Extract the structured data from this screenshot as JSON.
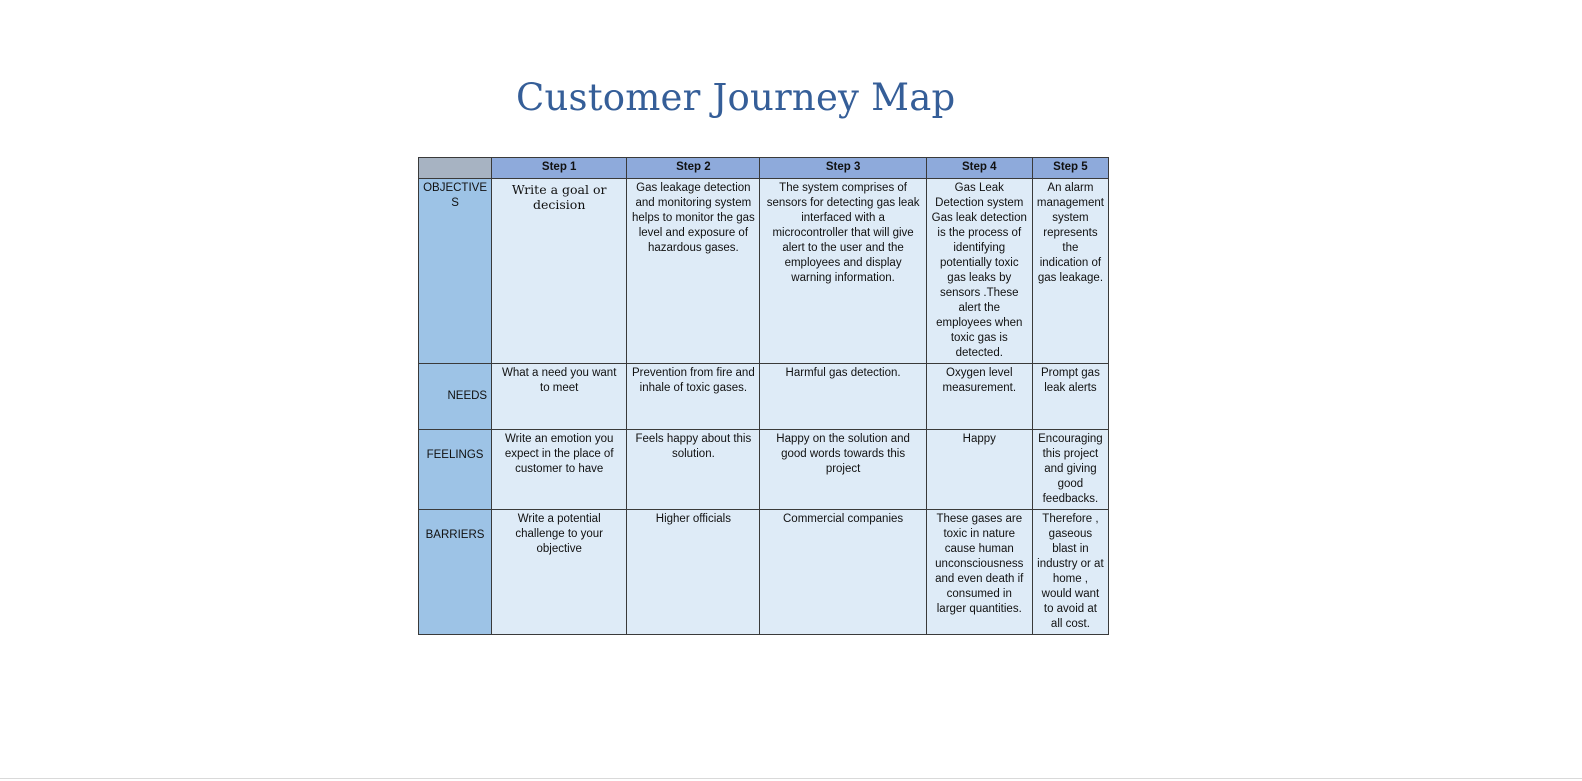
{
  "document": {
    "title": "Customer Journey Map"
  },
  "table": {
    "headers": [
      "",
      "Step 1",
      "Step 2",
      "Step 3",
      "Step 4",
      "Step 5"
    ],
    "rows": [
      {
        "label": "OBJECTIVES",
        "cells": [
          "Write a goal or decision",
          "Gas leakage detection and monitoring system helps to monitor the gas level and exposure of hazardous gases.",
          "The system comprises of sensors for detecting gas leak interfaced with a microcontroller  that will give alert to the user and the employees and display warning information.",
          "Gas Leak Detection system Gas leak detection is the process of identifying potentially toxic gas leaks by sensors .These alert the employees when toxic gas is detected.",
          "An alarm management system represents the indication of gas leakage."
        ]
      },
      {
        "label": "NEEDS",
        "cells": [
          "What a need you want to meet",
          "Prevention from fire and inhale of toxic gases.",
          "Harmful gas detection.",
          "Oxygen level measurement.",
          "Prompt gas leak alerts"
        ]
      },
      {
        "label": "FEELINGS",
        "cells": [
          "Write an emotion you expect in the place of customer to have",
          "Feels happy about this solution.",
          "Happy on the solution and good words towards this project",
          "Happy",
          "Encouraging this project and giving good feedbacks."
        ]
      },
      {
        "label": "BARRIERS",
        "cells": [
          "Write a potential challenge to your objective",
          "Higher officials",
          "Commercial companies",
          "These gases are toxic in nature cause human unconsciousness and even death if consumed in larger quantities.",
          "Therefore , gaseous blast in industry or at home , would want to avoid at all cost."
        ]
      }
    ]
  }
}
